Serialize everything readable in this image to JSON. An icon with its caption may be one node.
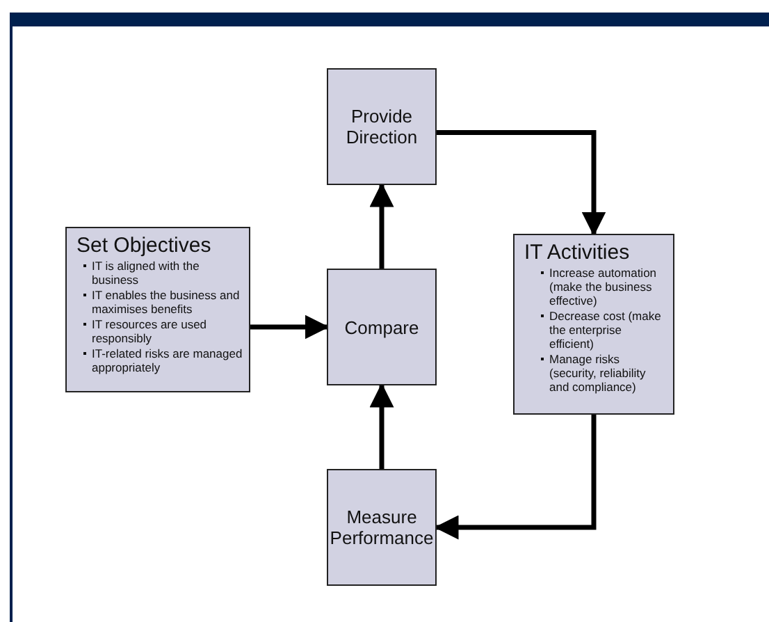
{
  "diagram": {
    "nodes": [
      {
        "text": [
          "Provide Direction"
        ]
      },
      {
        "text": [
          "Set Objectives",
          "IT is aligned with the business",
          "IT enables the business and maximises benefits",
          "IT resources are used responsibly",
          "IT-related risks are managed appropriately"
        ]
      },
      {
        "text": [
          "Compare"
        ]
      },
      {
        "text": [
          "IT Activities",
          "Increase automation (make the business effective)",
          "Decrease cost (make the enterprise efficient)",
          "Manage risks (security, reliability and compliance)"
        ]
      },
      {
        "text": [
          "Measure Performance"
        ]
      }
    ],
    "edges": [
      {
        "from": 2,
        "to": 0,
        "arrow": "to"
      },
      {
        "from": 0,
        "to": 3,
        "arrow": "to"
      },
      {
        "from": 1,
        "to": 2,
        "arrow": "to"
      },
      {
        "from": 3,
        "to": 4,
        "arrow": "to"
      },
      {
        "from": 4,
        "to": 2,
        "arrow": "to"
      }
    ]
  }
}
